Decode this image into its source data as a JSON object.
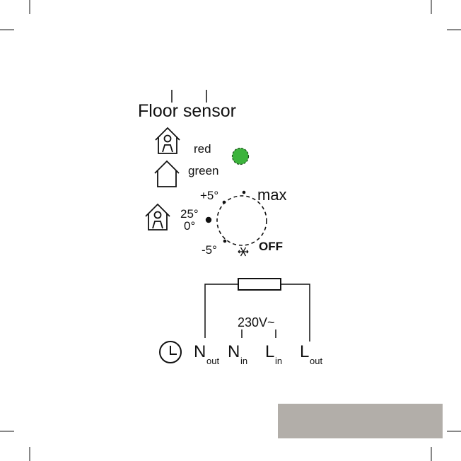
{
  "title": "Floor sensor",
  "indicators": {
    "red_label": "red",
    "green_label": "green"
  },
  "dial": {
    "plus5": "+5°",
    "max": "max",
    "t25": "25°",
    "t0": "0°",
    "minus5": "-5°",
    "off": "OFF"
  },
  "wiring": {
    "voltage": "230V~",
    "terminals": [
      {
        "letter": "N",
        "sub": "out"
      },
      {
        "letter": "N",
        "sub": "in"
      },
      {
        "letter": "L",
        "sub": "in"
      },
      {
        "letter": "L",
        "sub": "out"
      }
    ]
  },
  "colors": {
    "led": "#3cb33c",
    "line": "#111111",
    "footer_box": "#b2aea9"
  },
  "icons": [
    "house-with-person-icon",
    "house-outline-icon",
    "house-with-person-icon",
    "snowflake-icon",
    "clock-icon"
  ]
}
